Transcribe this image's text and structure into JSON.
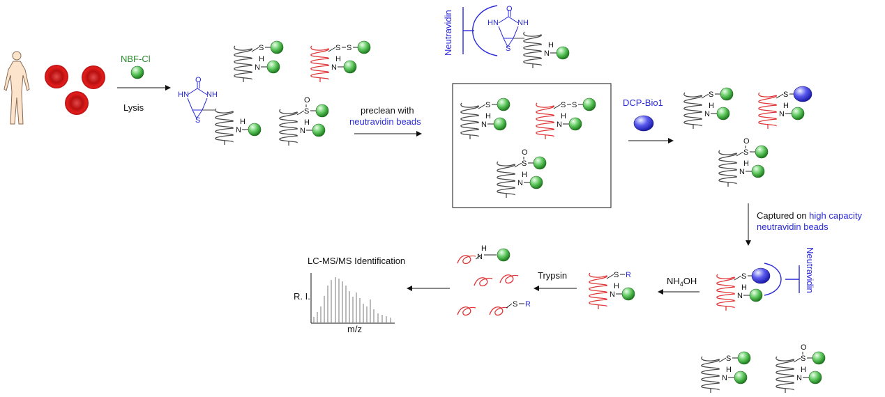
{
  "colors": {
    "helix_default": "#4a4a4a",
    "helix_highlight": "#e0383a",
    "label_blue": "#2a2ad8",
    "label_green": "#2e8b2e",
    "tag_green": "#3fae3f",
    "probe_blue": "#4646e0",
    "blood_red": "#d11a1a"
  },
  "icons": {
    "human": "human-figure-icon",
    "blood": "red-blood-cell-icon",
    "tag": "nbd-green-sphere-icon",
    "probe": "dcp-bio1-blue-sphere-icon",
    "spectrum": "mass-spectrum-icon"
  },
  "labels": {
    "nbf_cl": "NBF-Cl",
    "lysis": "Lysis",
    "preclean_1": "preclean with",
    "preclean_2": "neutravidin beads",
    "dcp_bio1": "DCP-Bio1",
    "captured_1": "Captured on ",
    "captured_1b": "high capacity",
    "captured_2": "neutravidin beads",
    "neutravidin_top": "Neutravidin",
    "neutravidin_right": "Neutravidin",
    "nh4oh_main": "NH",
    "nh4oh_sub": "4",
    "nh4oh_tail": "OH",
    "trypsin": "Trypsin",
    "lcms": "LC-MS/MS Identification",
    "ri": "R. I.",
    "mz": "m/z"
  },
  "atoms": {
    "S": "S",
    "H": "H",
    "N": "N",
    "O": "O",
    "HN": "HN",
    "NH": "NH",
    "R": "R"
  }
}
